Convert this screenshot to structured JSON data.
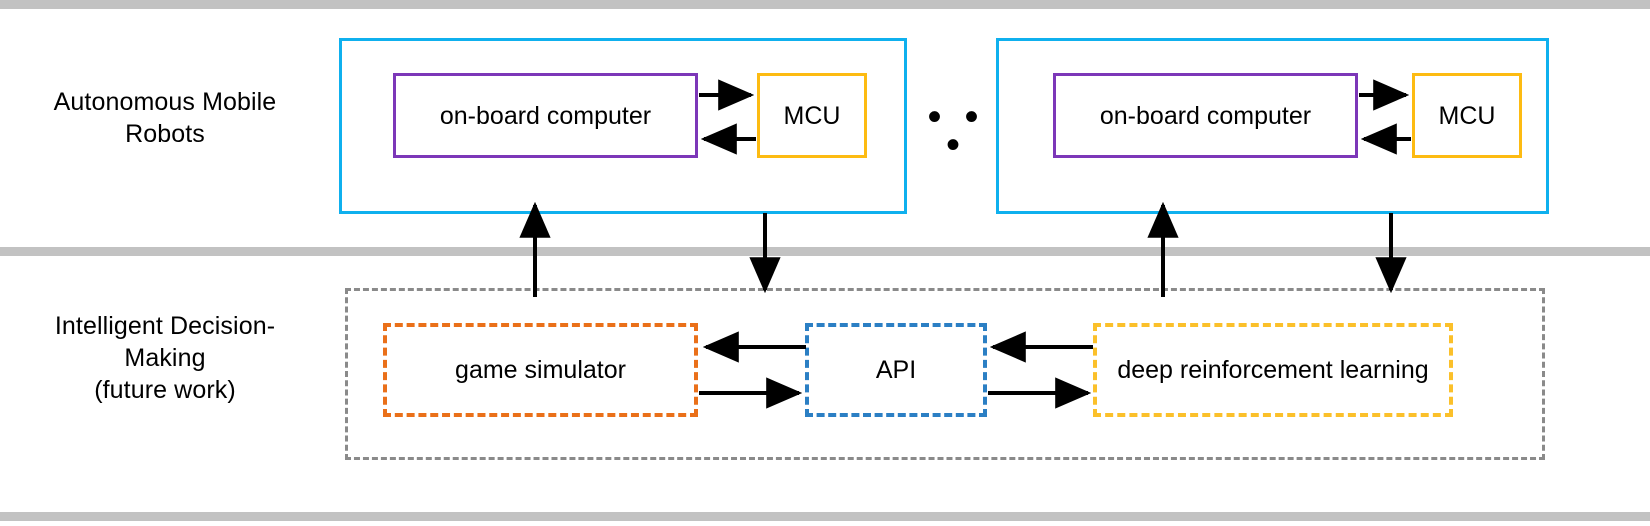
{
  "diagram": {
    "title": "System architecture: autonomous mobile robots and intelligent decision-making",
    "rows": [
      {
        "id": "amr",
        "label": "Autonomous Mobile\nRobots"
      },
      {
        "id": "idm",
        "label": "Intelligent Decision-\nMaking\n(future work)"
      }
    ],
    "row_labels": {
      "amr": "Autonomous Mobile Robots",
      "amr_line1": "Autonomous Mobile",
      "amr_line2": "Robots",
      "idm_line1": "Intelligent Decision-",
      "idm_line2": "Making",
      "idm_line3": "(future work)"
    },
    "robots": [
      {
        "shell_name": "robot-unit-1",
        "onboard_computer": "on-board computer",
        "mcu": "MCU"
      },
      {
        "shell_name": "robot-unit-2",
        "onboard_computer": "on-board computer",
        "mcu": "MCU"
      }
    ],
    "ellipsis": "• • •",
    "decision_making": {
      "game_simulator": "game simulator",
      "api": "API",
      "deep_rl": "deep reinforcement learning"
    },
    "colors": {
      "robot_shell_border": "#0fb0ee",
      "onboard_computer_border": "#7c37b8",
      "mcu_border": "#fdbb12",
      "idm_shell_border": "#8a8a8a",
      "game_simulator_border": "#ea7019",
      "api_border": "#2b7fc4",
      "deep_rl_border": "#fbc02a",
      "band": "#c2c2c2",
      "arrow": "#000000",
      "text": "#000000"
    }
  }
}
